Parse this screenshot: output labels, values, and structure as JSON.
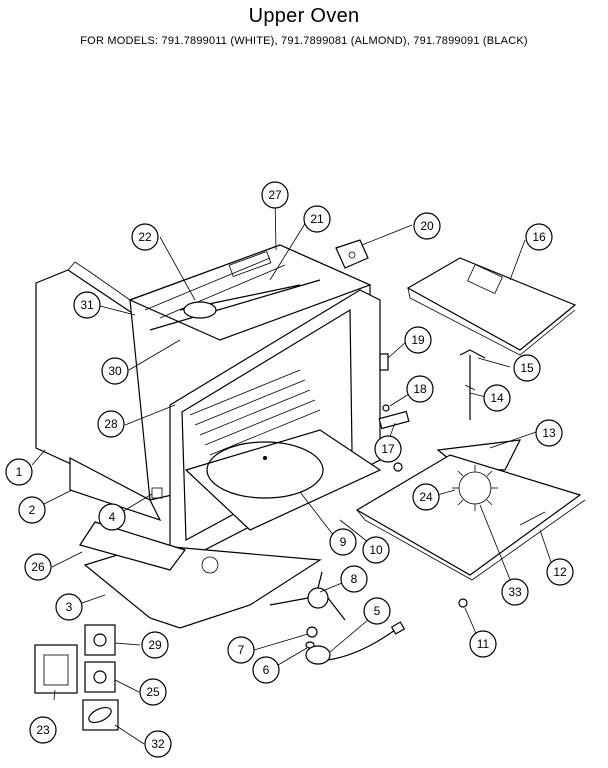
{
  "header": {
    "title": "Upper Oven",
    "subtitle": "FOR MODELS:  791.7899011 (WHITE), 791.7899081 (ALMOND), 791.7899091 (BLACK)"
  },
  "callouts": [
    {
      "id": "1",
      "label": "1"
    },
    {
      "id": "2",
      "label": "2"
    },
    {
      "id": "3",
      "label": "3"
    },
    {
      "id": "4",
      "label": "4"
    },
    {
      "id": "5",
      "label": "5"
    },
    {
      "id": "6",
      "label": "6"
    },
    {
      "id": "7",
      "label": "7"
    },
    {
      "id": "8",
      "label": "8"
    },
    {
      "id": "9",
      "label": "9"
    },
    {
      "id": "10",
      "label": "10"
    },
    {
      "id": "11",
      "label": "11"
    },
    {
      "id": "12",
      "label": "12"
    },
    {
      "id": "13",
      "label": "13"
    },
    {
      "id": "14",
      "label": "14"
    },
    {
      "id": "15",
      "label": "15"
    },
    {
      "id": "16",
      "label": "16"
    },
    {
      "id": "17",
      "label": "17"
    },
    {
      "id": "18",
      "label": "18"
    },
    {
      "id": "19",
      "label": "19"
    },
    {
      "id": "20",
      "label": "20"
    },
    {
      "id": "21",
      "label": "21"
    },
    {
      "id": "22",
      "label": "22"
    },
    {
      "id": "23",
      "label": "23"
    },
    {
      "id": "24",
      "label": "24"
    },
    {
      "id": "25",
      "label": "25"
    },
    {
      "id": "26",
      "label": "26"
    },
    {
      "id": "27",
      "label": "27"
    },
    {
      "id": "28",
      "label": "28"
    },
    {
      "id": "29",
      "label": "29"
    },
    {
      "id": "30",
      "label": "30"
    },
    {
      "id": "31",
      "label": "31"
    },
    {
      "id": "32",
      "label": "32"
    },
    {
      "id": "33",
      "label": "33"
    }
  ]
}
